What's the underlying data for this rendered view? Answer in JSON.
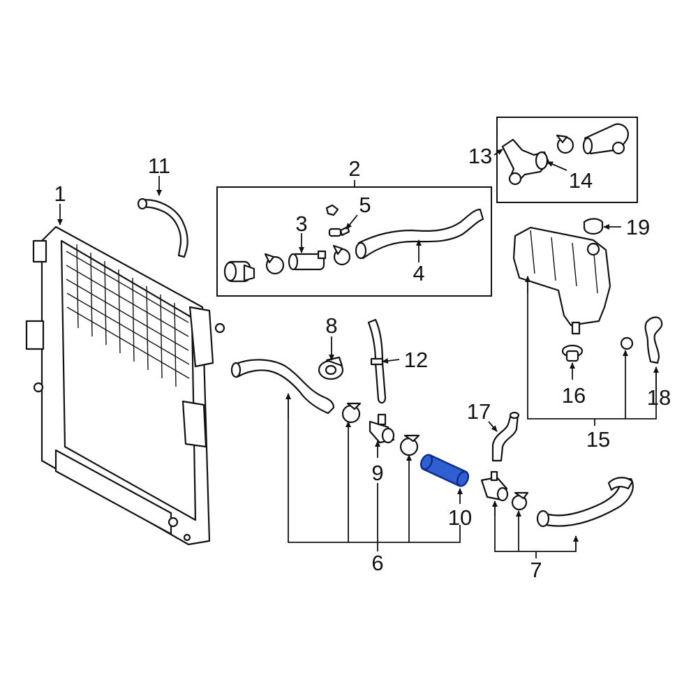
{
  "diagram": {
    "highlight_color": "#2f5fd0",
    "line_color": "#111111",
    "highlighted_part": "10",
    "labels": {
      "p1": "1",
      "p2": "2",
      "p3": "3",
      "p4": "4",
      "p5": "5",
      "p6": "6",
      "p7": "7",
      "p8": "8",
      "p9": "9",
      "p10": "10",
      "p11": "11",
      "p12": "12",
      "p13": "13",
      "p14": "14",
      "p15": "15",
      "p16": "16",
      "p17": "17",
      "p18": "18",
      "p19": "19"
    }
  }
}
